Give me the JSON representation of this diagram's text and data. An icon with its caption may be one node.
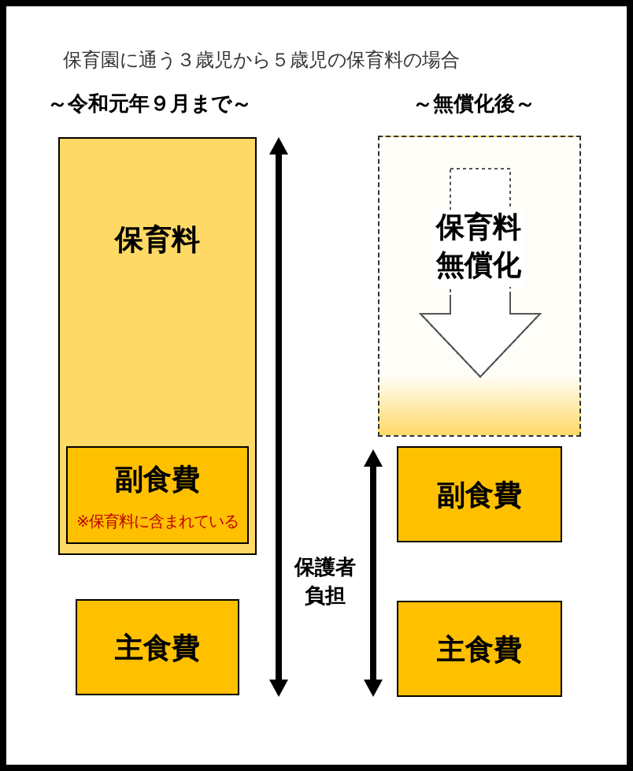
{
  "diagram": {
    "title": "保育園に通う３歳児から５歳児の保育料の場合",
    "nodes": [
      {
        "text": [
          "保育料"
        ]
      },
      {
        "text": [
          "副食費",
          "※保育料に含まれている"
        ],
        "in": 0
      },
      {
        "text": [
          "主食費"
        ]
      },
      {
        "text": [],
        "shape": "box"
      },
      {
        "text": [
          "保育料無償化"
        ],
        "in": 3
      },
      {
        "text": [
          "副食費"
        ]
      },
      {
        "text": [
          "主食費"
        ]
      }
    ],
    "edges": [],
    "labels": [
      "～令和元年９月まで～",
      "～無償化後～",
      "保護者負担"
    ]
  }
}
